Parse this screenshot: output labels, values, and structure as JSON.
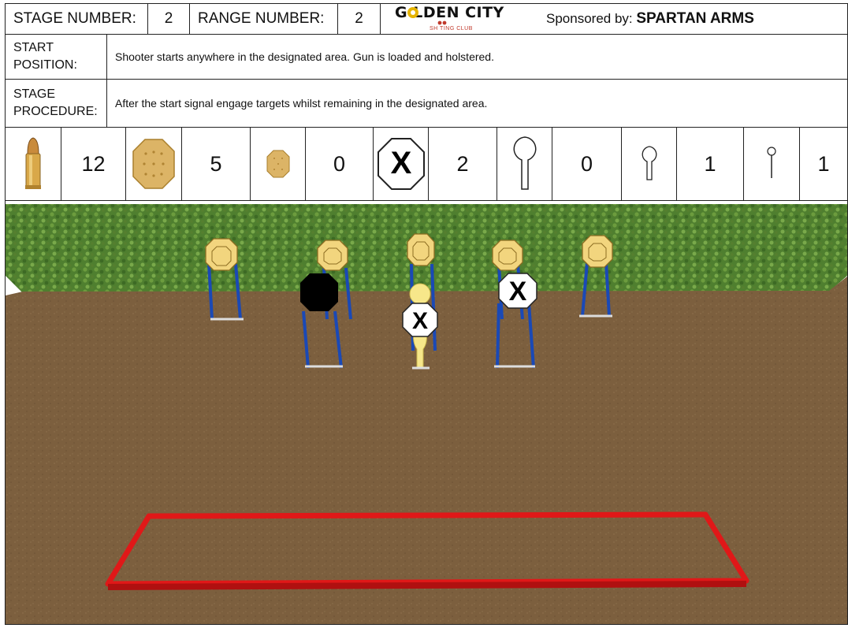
{
  "header": {
    "stage_label": "STAGE NUMBER:",
    "stage_value": "2",
    "range_label": "RANGE NUMBER:",
    "range_value": "2",
    "logo_main": "G LDEN CITY",
    "logo_sub": "SH  TING CLUB",
    "sponsor_label": "Sponsored by:",
    "sponsor_name": "SPARTAN ARMS"
  },
  "start_position": {
    "label_line1": "START",
    "label_line2": "POSITION:",
    "text": "Shooter starts anywhere in the designated area. Gun is loaded and holstered."
  },
  "stage_procedure": {
    "label_line1": "STAGE",
    "label_line2": "PROCEDURE:",
    "text": "After the start signal engage targets whilst remaining in the designated area."
  },
  "target_counts": [
    {
      "icon": "bullet-icon",
      "count": "12"
    },
    {
      "icon": "large-steel-plate-icon",
      "count": "5"
    },
    {
      "icon": "small-steel-plate-icon",
      "count": "0"
    },
    {
      "icon": "no-shoot-icon",
      "count": "2"
    },
    {
      "icon": "large-popper-icon",
      "count": "0"
    },
    {
      "icon": "medium-popper-icon",
      "count": "1"
    },
    {
      "icon": "mini-popper-icon",
      "count": "1"
    }
  ],
  "no_shoot_mark": "X",
  "colors": {
    "steel_plate": "#d9b562",
    "no_shoot": "#ffffff",
    "black_plate": "#000000",
    "popper_yellow": "#f3e783",
    "stand_blue": "#1a49b6",
    "shooting_box": "#e01818",
    "ground": "#7b5e3d",
    "hedge": "#4e7f2e",
    "logo_accent": "#e6b400"
  }
}
